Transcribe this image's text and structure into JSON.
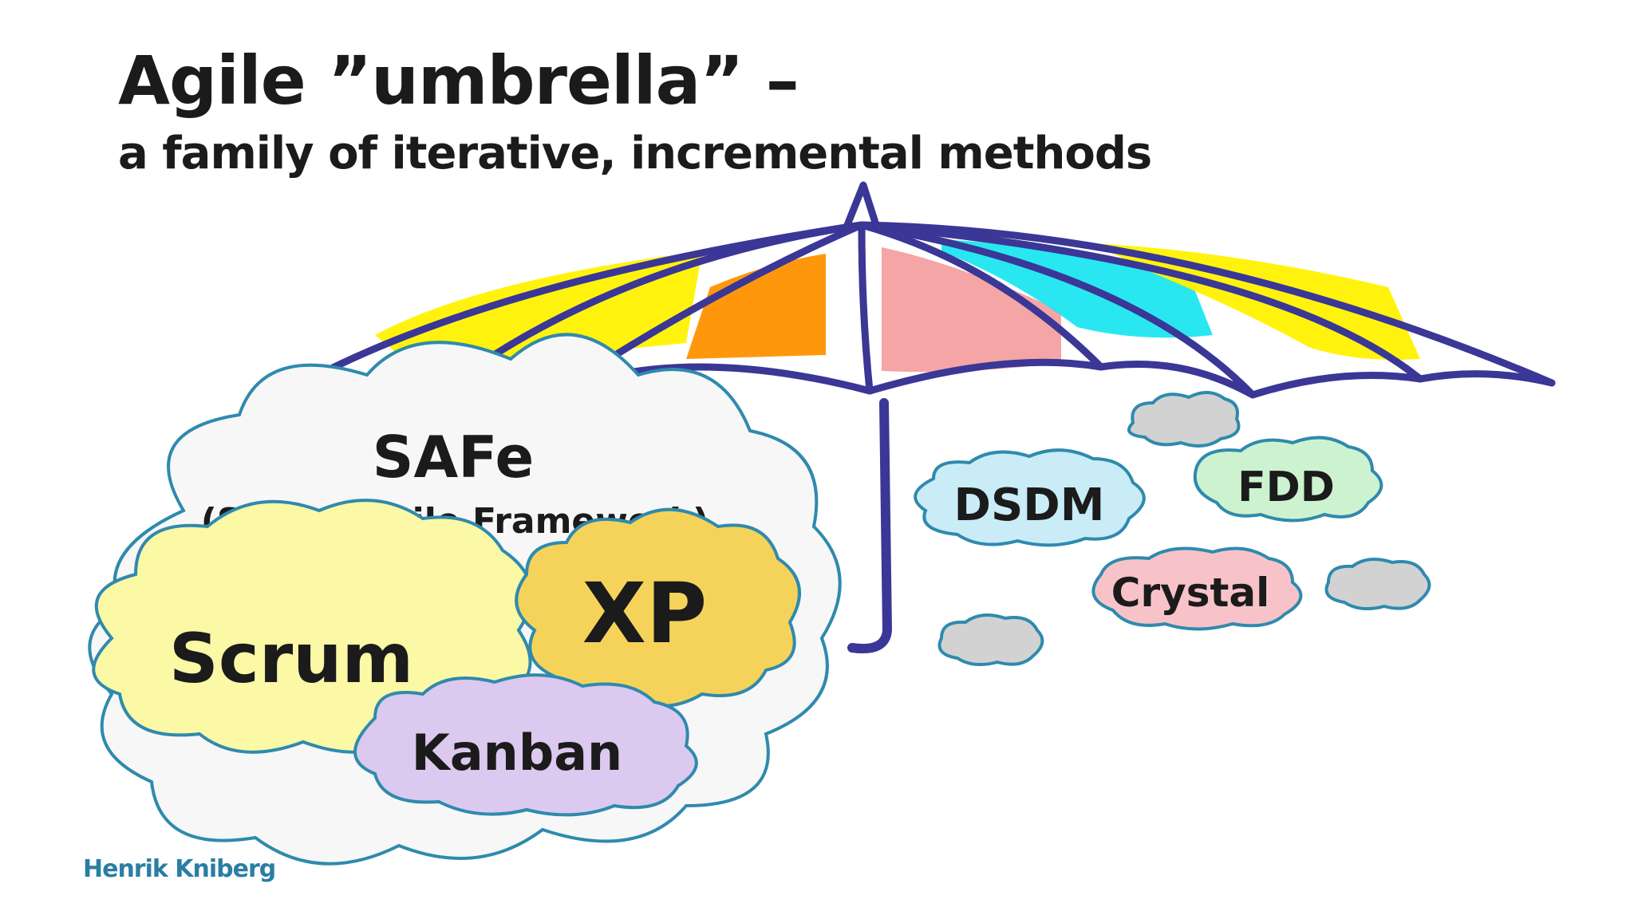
{
  "heading": {
    "title": "Agile ”umbrella” –",
    "subtitle": "a family of iterative, incremental methods"
  },
  "umbrella": {
    "stroke_color": "#3a3796",
    "stripe_colors": [
      "#fff200",
      "#ff9100",
      "#f4a0a0",
      "#1ee6f0",
      "#fff200"
    ]
  },
  "methods": {
    "safe": {
      "name": "SAFe",
      "full_name": "(Scaled Agile Framework)",
      "fill": "#f7f7f7",
      "stroke": "#2f8aad"
    },
    "scrum": {
      "name": "Scrum",
      "fill": "#fbf8a6",
      "stroke": "#2f8aad"
    },
    "xp": {
      "name": "XP",
      "fill": "#f5d35a",
      "stroke": "#2f8aad"
    },
    "kanban": {
      "name": "Kanban",
      "fill": "#dcc9ef",
      "stroke": "#2f8aad"
    },
    "dsdm": {
      "name": "DSDM",
      "fill": "#c9ecf7",
      "stroke": "#2f8aad"
    },
    "fdd": {
      "name": "FDD",
      "fill": "#cdf2cf",
      "stroke": "#2f8aad"
    },
    "crystal": {
      "name": "Crystal",
      "fill": "#f7c3c9",
      "stroke": "#2f8aad"
    },
    "unnamed_cloud_color": "#d2d2d2"
  },
  "author": "Henrik Kniberg"
}
